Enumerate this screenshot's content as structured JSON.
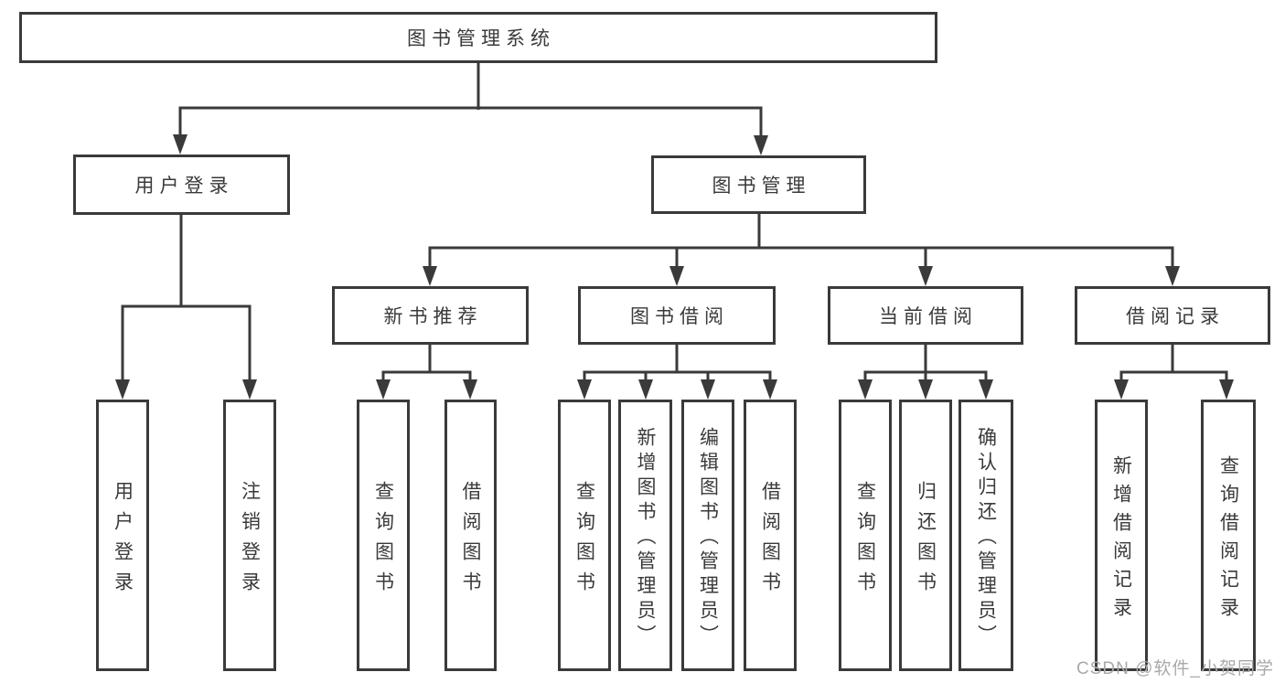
{
  "diagram": {
    "root": {
      "label": "图书管理系统"
    },
    "branches": [
      {
        "label": "用户登录",
        "leaves": [
          "用户登录",
          "注销登录"
        ]
      },
      {
        "label": "图书管理",
        "groups": [
          {
            "label": "新书推荐",
            "leaves": [
              "查询图书",
              "借阅图书"
            ]
          },
          {
            "label": "图书借阅",
            "leaves": [
              "查询图书",
              "新增图书（管理员）",
              "编辑图书（管理员）",
              "借阅图书"
            ]
          },
          {
            "label": "当前借阅",
            "leaves": [
              "查询图书",
              "归还图书",
              "确认归还（管理员）"
            ]
          },
          {
            "label": "借阅记录",
            "leaves": [
              "新增借阅记录",
              "查询借阅记录"
            ]
          }
        ]
      }
    ],
    "watermark": "CSDN @软件_小贺同学",
    "colors": {
      "line": "#3a3a3a",
      "text": "#3a3a3a",
      "watermark": "#a9a9a9",
      "background": "#ffffff"
    }
  }
}
